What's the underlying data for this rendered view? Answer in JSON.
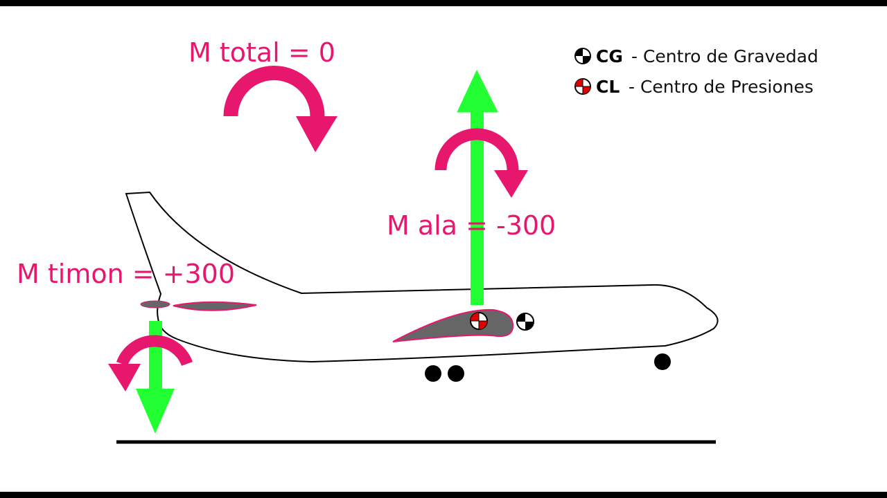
{
  "colors": {
    "moment": "#e8176e",
    "force": "#22ff33",
    "surface": "#666666",
    "cl_marker": "#dd0000",
    "cg_marker": "#000000"
  },
  "labels": {
    "total_moment": "M total = 0",
    "wing_moment": "M ala = -300",
    "tail_moment": "M timon = +300"
  },
  "legend": [
    {
      "key": "CG",
      "desc": "- Centro de Gravedad",
      "icon": "cg-marker-icon"
    },
    {
      "key": "CL",
      "desc": "- Centro de Presiones",
      "icon": "cl-marker-icon"
    }
  ],
  "moments": {
    "total": 0,
    "wing": -300,
    "tail": 300
  }
}
